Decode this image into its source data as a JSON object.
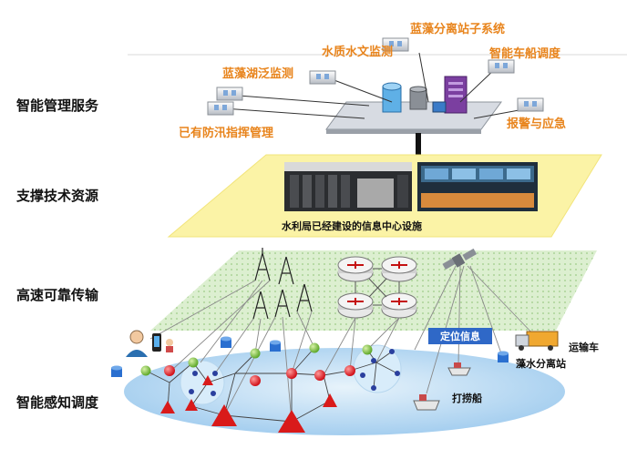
{
  "layers": {
    "management": "智能管理服务",
    "support": "支撑技术资源",
    "transmission": "高速可靠传输",
    "perception": "智能感知调度"
  },
  "subsystems": {
    "algae_monitor": "蓝藻湖泛监测",
    "water_quality": "水质水文监测",
    "algae_separation": "蓝藻分离站子系统",
    "vessel_dispatch": "智能车船调度",
    "flood_command": "已有防汛指挥管理",
    "alarm_response": "报警与应急"
  },
  "support_caption": "水利局已经建设的信息中心设施",
  "positioning_label": "定位信息",
  "field_labels": {
    "truck": "运输车",
    "separation_station": "藻水分离站",
    "salvage_boat": "打捞船"
  },
  "colors": {
    "management_label": "#e8841c",
    "support_plane": "#fbf3a6",
    "transmission_plane": "#d6ecc7",
    "perception_plane": "#bfdcf2",
    "positioning_badge": "#2f68c7",
    "sensor_red": "#e0202a",
    "sensor_green": "#7cc240",
    "triangle_red": "#d91a1a"
  }
}
